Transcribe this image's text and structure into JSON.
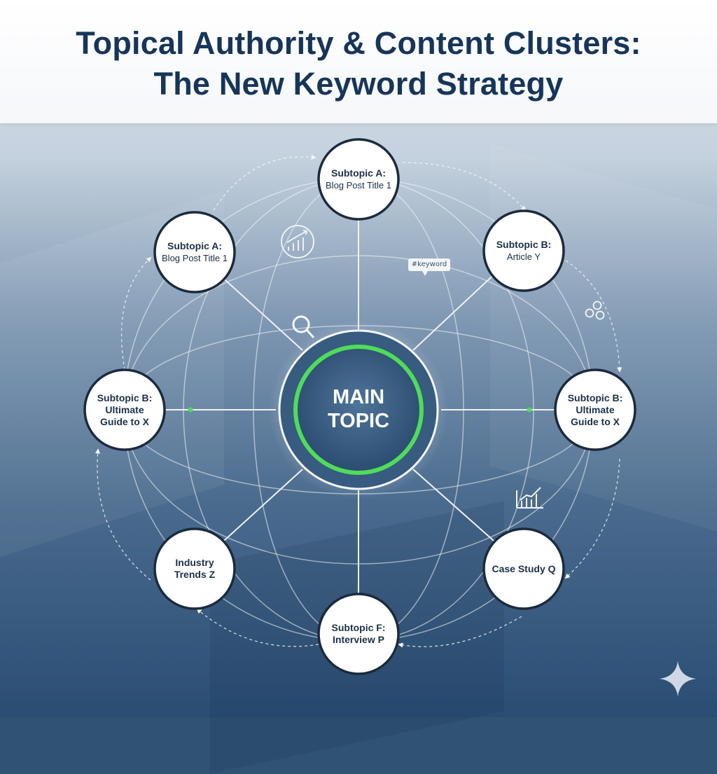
{
  "header": {
    "title_line_1": "Topical Authority & Content Clusters:",
    "title_line_2": "The New Keyword Strategy"
  },
  "main_node": {
    "line1": "MAIN",
    "line2": "TOPIC"
  },
  "subtopics": [
    {
      "id": "top",
      "line1": "Subtopic A:",
      "line2": "Blog Post Title 1",
      "line3": ""
    },
    {
      "id": "top-right",
      "line1": "Subtopic B:",
      "line2": "Article Y",
      "line3": ""
    },
    {
      "id": "right",
      "line1": "Subtopic B:",
      "line2": "Ultimate",
      "line3": "Guide to X"
    },
    {
      "id": "bottom-right",
      "line1": "",
      "line2": "Case Study Q",
      "line3": ""
    },
    {
      "id": "bottom",
      "line1": "Subtopic F:",
      "line2": "Interview P",
      "line3": ""
    },
    {
      "id": "bottom-left",
      "line1": "Industry",
      "line2": "Trends Z",
      "line3": ""
    },
    {
      "id": "left",
      "line1": "Subtopic B:",
      "line2": "Ultimate",
      "line3": "Guide to X"
    },
    {
      "id": "top-left",
      "line1": "Subtopic A:",
      "line2": "Blog Post Title 1",
      "line3": ""
    }
  ],
  "keyword_tag": "#keyword",
  "icons": [
    "growth-chart-icon",
    "keyword-tag-icon",
    "magnifier-icon",
    "chat-bubbles-icon",
    "bar-chart-icon",
    "sparkle-icon"
  ],
  "colors": {
    "title": "#173559",
    "main_ring_accent": "#4fdc5a",
    "node_fill": "#ffffff",
    "node_border": "#1b2a3c",
    "connector": "#e9eef4"
  }
}
